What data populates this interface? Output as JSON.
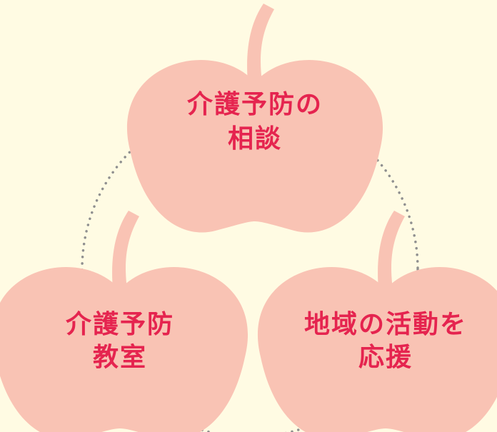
{
  "colors": {
    "background": "#fffbe3",
    "apple_fill": "#f9c3b4",
    "label": "#e5244f",
    "connector": "#8f8f8f"
  },
  "apples": [
    {
      "id": "consultation",
      "lines": [
        "介護予防の",
        "相談"
      ]
    },
    {
      "id": "class",
      "lines": [
        "介護予防",
        "教室"
      ]
    },
    {
      "id": "community",
      "lines": [
        "地域の活動を",
        "応援"
      ]
    }
  ]
}
